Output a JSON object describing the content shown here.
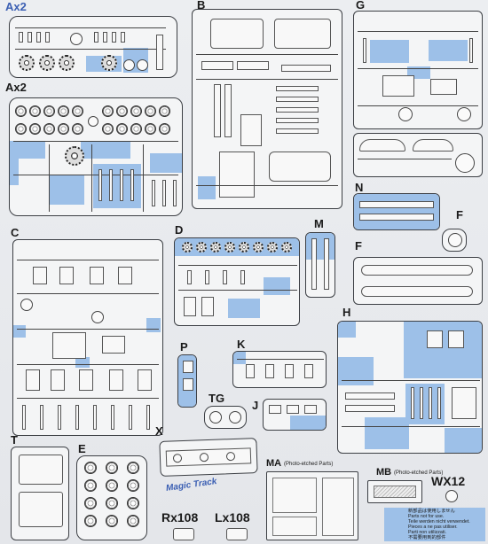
{
  "labels": {
    "ax2_top": "Ax2",
    "ax2_mid": "Ax2",
    "b": "B",
    "g": "G",
    "c": "C",
    "d": "D",
    "m": "M",
    "n": "N",
    "f_small": "F",
    "f_large": "F",
    "h": "H",
    "p": "P",
    "k": "K",
    "tg": "TG",
    "j": "J",
    "t": "T",
    "e": "E",
    "x": "X",
    "ma": "MA",
    "ma_sub": "(Photo-etched Parts)",
    "mb": "MB",
    "mb_sub": "(Photo-etched Parts)",
    "wx12": "WX12",
    "rx108": "Rx108",
    "lx108": "Lx108",
    "magic_track": "Magic Track"
  },
  "legend": {
    "lines": [
      "新部品は使用しません",
      "Parts not for use.",
      "Teile werden nicht verwendet.",
      "Pieces a ne pas utiliser.",
      "Parti non utilizzati.",
      "不需要用到的部件"
    ],
    "color": "#9dc0e8"
  },
  "colors": {
    "highlight": "#9dc0e8",
    "title_blue": "#3b5fb3",
    "outline": "#3c3f44"
  }
}
